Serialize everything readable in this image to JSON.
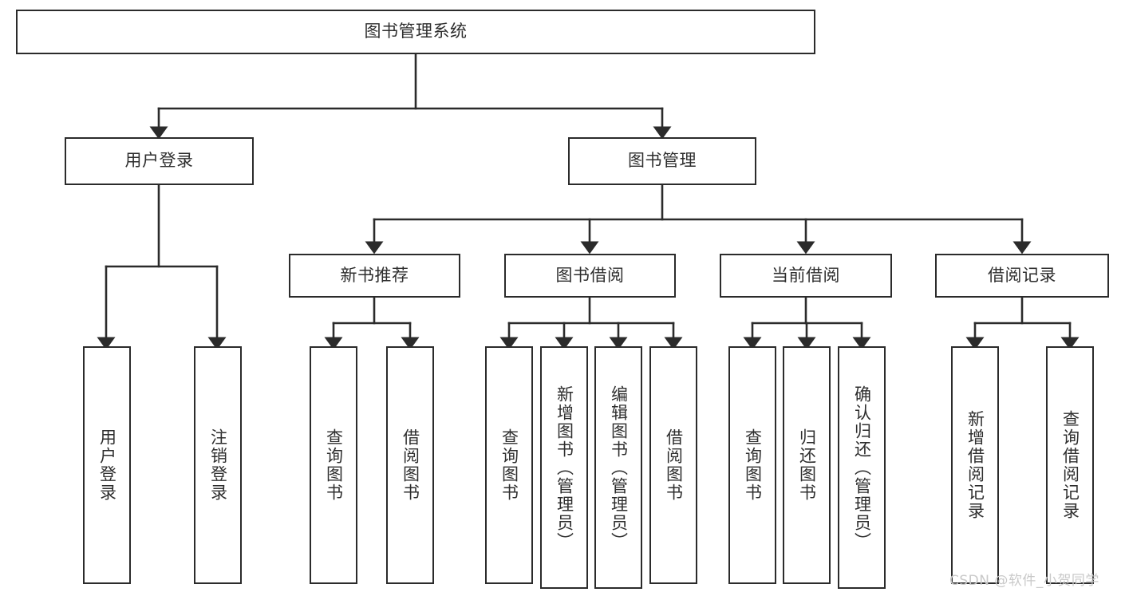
{
  "diagram": {
    "type": "tree",
    "title": "图书管理系统",
    "stroke_color": "#2b2b2b",
    "text_color": "#2e2e2e",
    "background_color": "#ffffff",
    "nodes": {
      "root": {
        "label": "图书管理系统",
        "level": 1,
        "orientation": "horizontal"
      },
      "n_user_login": {
        "label": "用户登录",
        "level": 2,
        "orientation": "horizontal"
      },
      "n_book_manage": {
        "label": "图书管理",
        "level": 2,
        "orientation": "horizontal"
      },
      "n_new_book_rec": {
        "label": "新书推荐",
        "level": 3,
        "orientation": "horizontal"
      },
      "n_book_borrow": {
        "label": "图书借阅",
        "level": 3,
        "orientation": "horizontal"
      },
      "n_current_borrow": {
        "label": "当前借阅",
        "level": 3,
        "orientation": "horizontal"
      },
      "n_borrow_record": {
        "label": "借阅记录",
        "level": 3,
        "orientation": "horizontal"
      },
      "l_user_login": {
        "label": "用户登录",
        "level": 4,
        "orientation": "vertical"
      },
      "l_logout": {
        "label": "注销登录",
        "level": 4,
        "orientation": "vertical"
      },
      "l_query_book_1": {
        "label": "查询图书",
        "level": 4,
        "orientation": "vertical"
      },
      "l_borrow_book_1": {
        "label": "借阅图书",
        "level": 4,
        "orientation": "vertical"
      },
      "l_query_book_2": {
        "label": "查询图书",
        "level": 4,
        "orientation": "vertical"
      },
      "l_add_book": {
        "label": "新增图书（管理员）",
        "level": 4,
        "orientation": "vertical"
      },
      "l_edit_book": {
        "label": "编辑图书（管理员）",
        "level": 4,
        "orientation": "vertical"
      },
      "l_borrow_book_2": {
        "label": "借阅图书",
        "level": 4,
        "orientation": "vertical"
      },
      "l_query_book_3": {
        "label": "查询图书",
        "level": 4,
        "orientation": "vertical"
      },
      "l_return_book": {
        "label": "归还图书",
        "level": 4,
        "orientation": "vertical"
      },
      "l_confirm_return": {
        "label": "确认归还（管理员）",
        "level": 4,
        "orientation": "vertical"
      },
      "l_add_record": {
        "label": "新增借阅记录",
        "level": 4,
        "orientation": "vertical"
      },
      "l_query_record": {
        "label": "查询借阅记录",
        "level": 4,
        "orientation": "vertical"
      }
    },
    "edges": [
      {
        "from": "root",
        "to": "n_user_login"
      },
      {
        "from": "root",
        "to": "n_book_manage"
      },
      {
        "from": "n_user_login",
        "to": "l_user_login"
      },
      {
        "from": "n_user_login",
        "to": "l_logout"
      },
      {
        "from": "n_book_manage",
        "to": "n_new_book_rec"
      },
      {
        "from": "n_book_manage",
        "to": "n_book_borrow"
      },
      {
        "from": "n_book_manage",
        "to": "n_current_borrow"
      },
      {
        "from": "n_book_manage",
        "to": "n_borrow_record"
      },
      {
        "from": "n_new_book_rec",
        "to": "l_query_book_1"
      },
      {
        "from": "n_new_book_rec",
        "to": "l_borrow_book_1"
      },
      {
        "from": "n_book_borrow",
        "to": "l_query_book_2"
      },
      {
        "from": "n_book_borrow",
        "to": "l_add_book"
      },
      {
        "from": "n_book_borrow",
        "to": "l_edit_book"
      },
      {
        "from": "n_book_borrow",
        "to": "l_borrow_book_2"
      },
      {
        "from": "n_current_borrow",
        "to": "l_query_book_3"
      },
      {
        "from": "n_current_borrow",
        "to": "l_return_book"
      },
      {
        "from": "n_current_borrow",
        "to": "l_confirm_return"
      },
      {
        "from": "n_borrow_record",
        "to": "l_add_record"
      },
      {
        "from": "n_borrow_record",
        "to": "l_query_record"
      }
    ]
  },
  "watermark": {
    "text": "CSDN @软件_小贺同学",
    "color": "#c9c9c9"
  }
}
